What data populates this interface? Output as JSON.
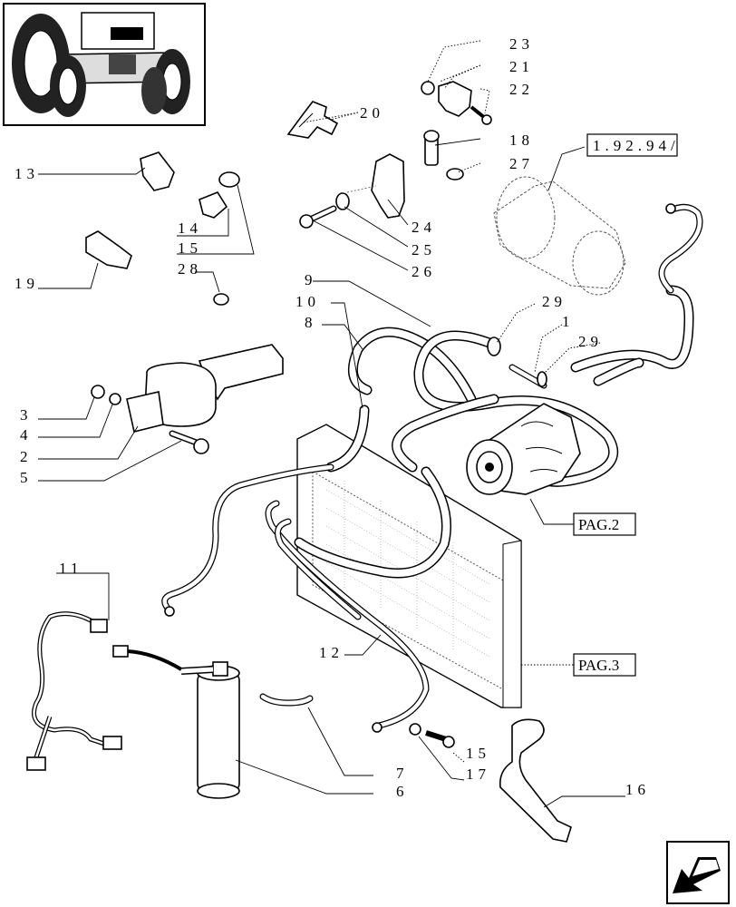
{
  "callouts": {
    "c1": "1",
    "c2": "2",
    "c3": "3",
    "c4": "4",
    "c5": "5",
    "c6": "6",
    "c7": "7",
    "c8": "8",
    "c9": "9",
    "c10": "10",
    "c11": "11",
    "c12": "12",
    "c13": "13",
    "c14": "14",
    "c15a": "15",
    "c15b": "15",
    "c16": "16",
    "c17": "17",
    "c18": "18",
    "c19": "19",
    "c20": "20",
    "c21": "21",
    "c22": "22",
    "c23": "23",
    "c24": "24",
    "c25": "25",
    "c26": "26",
    "c27": "27",
    "c28": "28",
    "c29a": "29",
    "c29b": "29"
  },
  "references": {
    "ref_1": "1.92.94/",
    "page_2": "PAG.2",
    "page_3": "PAG.3"
  },
  "icons": {
    "thumbnail": "tractor-front-icon",
    "nav": "previous-page-arrow-icon"
  }
}
